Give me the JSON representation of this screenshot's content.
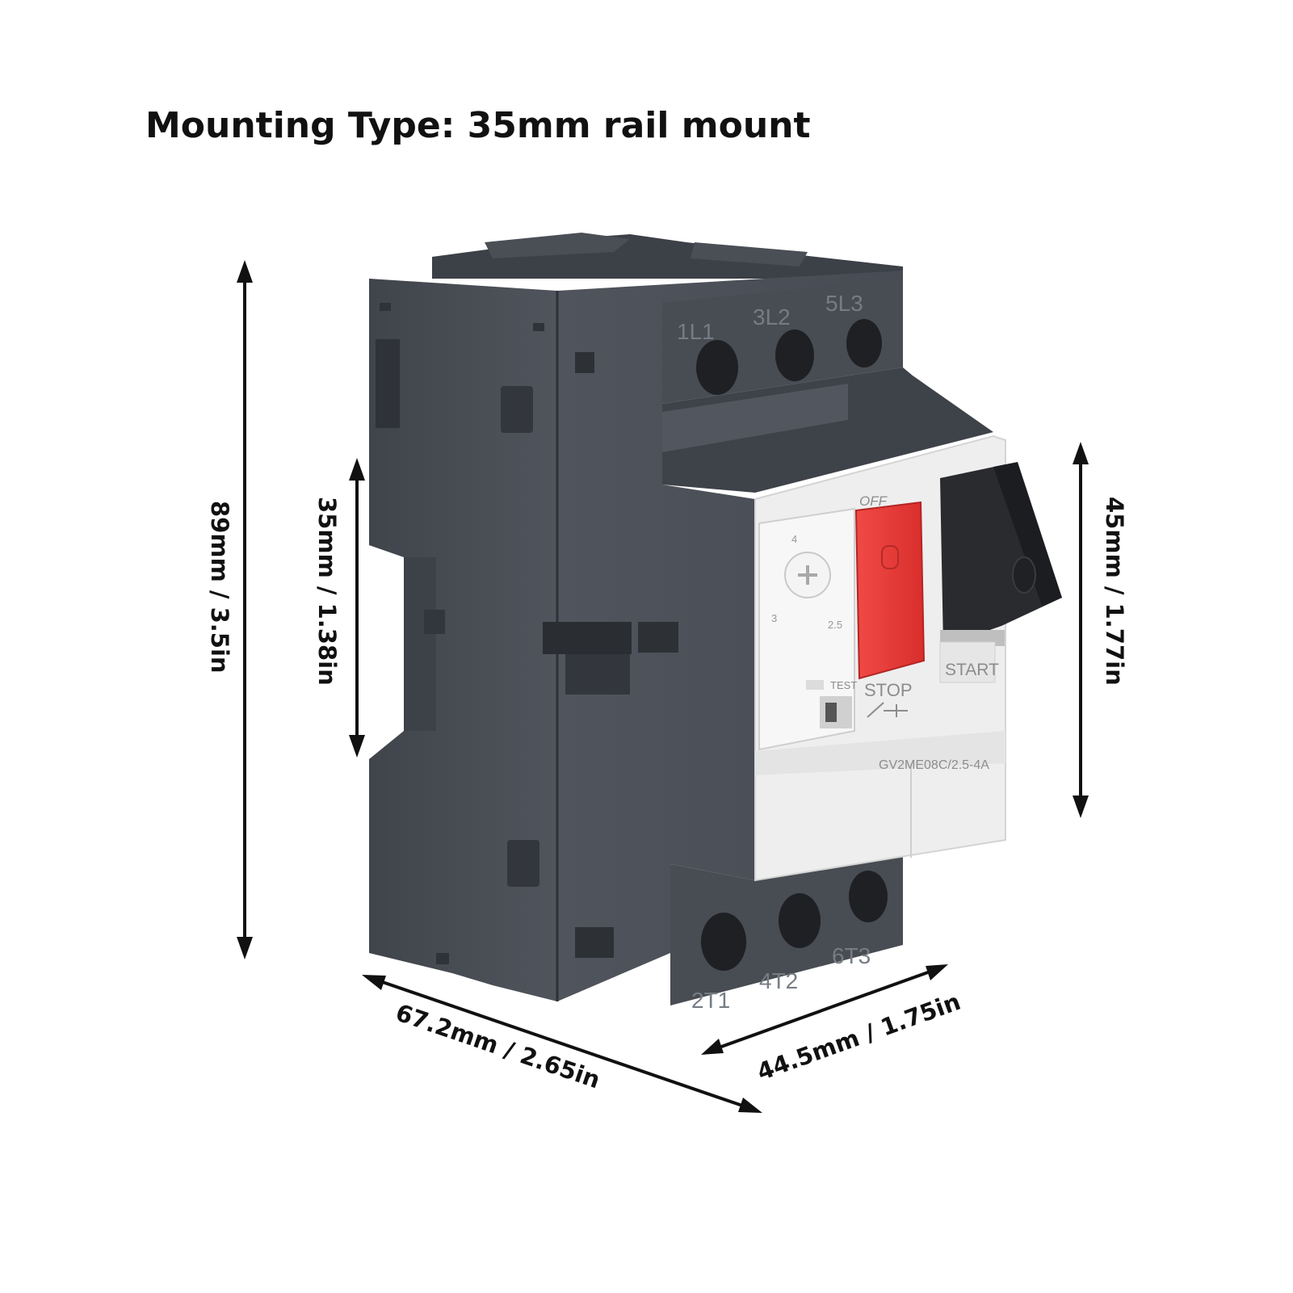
{
  "mounting_type": "Mounting Type: 35mm rail mount",
  "dimensions": {
    "height": "89mm / 3.5in",
    "rail": "35mm / 1.38in",
    "panel_height": "45mm / 1.77in",
    "depth": "67.2mm / 2.65in",
    "width": "44.5mm / 1.75in"
  },
  "product": {
    "model": "GV2ME08C/2.5-4A",
    "line_terminals": [
      "1L1",
      "3L2",
      "5L3"
    ],
    "load_terminals": [
      "2T1",
      "4T2",
      "6T3"
    ],
    "off_label": "OFF",
    "stop_label": "STOP",
    "start_label": "START",
    "test_label": "TEST",
    "dial_values": [
      "4",
      "3",
      "2.5"
    ]
  },
  "colors": {
    "housing": "#4a4e56",
    "housing_dark": "#3a3e45",
    "panel": "#f0f0f0",
    "stop_button": "#e83a38",
    "start_button": "#2a2b2e",
    "text": "#111111"
  }
}
